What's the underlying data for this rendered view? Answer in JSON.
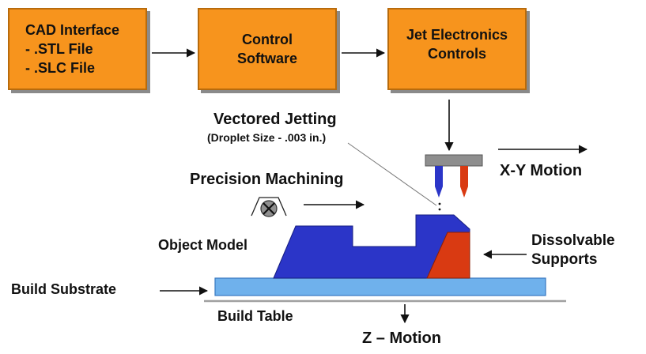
{
  "boxes": {
    "cad": {
      "lines": [
        "CAD Interface",
        "- .STL File",
        "- .SLC File"
      ]
    },
    "control": {
      "lines": [
        "Control",
        "Software"
      ]
    },
    "jet": {
      "lines": [
        "Jet Electronics",
        "Controls"
      ]
    }
  },
  "labels": {
    "vectored_jetting": "Vectored Jetting",
    "droplet_size": "(Droplet Size - .003 in.)",
    "precision_machining": "Precision Machining",
    "xy_motion": "X-Y Motion",
    "object_model": "Object Model",
    "dissolvable": "Dissolvable",
    "supports": "Supports",
    "build_substrate": "Build Substrate",
    "build_table": "Build Table",
    "z_motion": "Z – Motion"
  },
  "colors": {
    "box_fill": "#f7941d",
    "model_blue": "#2b35c8",
    "support_red": "#d93a12",
    "substrate_blue": "#6fb1ec",
    "table_gray": "#a0a0a0"
  },
  "icons": [
    "milling-cutter-icon",
    "jet-nozzle-icon"
  ]
}
